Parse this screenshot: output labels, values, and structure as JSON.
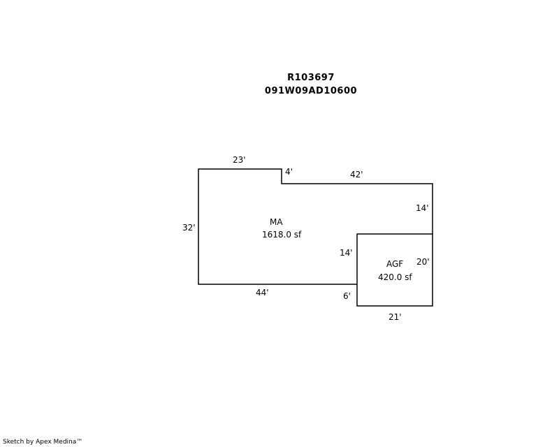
{
  "header": {
    "parcel_id": "R103697",
    "map_number": "091W09AD10600"
  },
  "areas": {
    "main": {
      "label": "MA",
      "area": "1618.0 sf"
    },
    "garage": {
      "label": "AGF",
      "area": "420.0 sf"
    }
  },
  "dimensions": {
    "ma_top_left": "23'",
    "ma_step": "4'",
    "ma_top_right": "42'",
    "ma_right": "14'",
    "ma_left": "32'",
    "ma_inner": "14'",
    "ma_bottom": "44'",
    "agf_left": "6'",
    "agf_right": "20'",
    "agf_bottom": "21'"
  },
  "footer": {
    "credit": "Sketch by Apex Medina™"
  }
}
